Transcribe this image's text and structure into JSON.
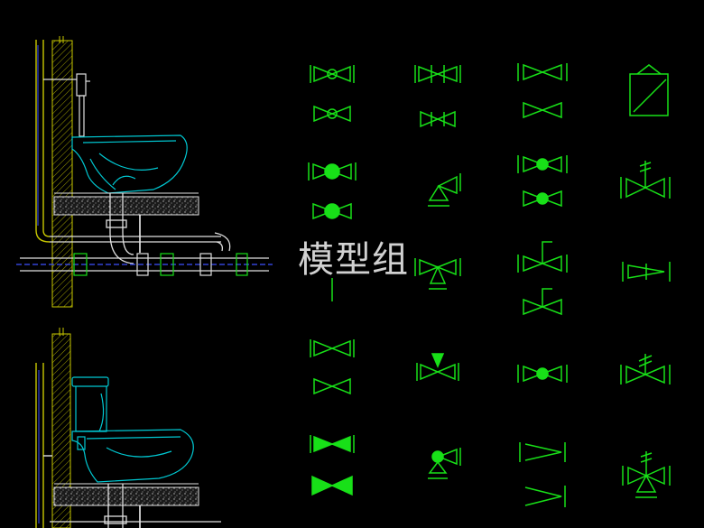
{
  "watermark": {
    "text": "模型组"
  },
  "colors": {
    "background": "#000000",
    "symbol": "#18e018",
    "wall": "#c8c800",
    "pipe": "#e0e0e0",
    "fixture": "#00c8d2",
    "accent_blue": "#3c50ff",
    "slab_fill": "#9a9a9a"
  },
  "drawing": {
    "views": [
      "toilet-section-upper",
      "toilet-section-lower"
    ],
    "valve_symbols": [
      [
        "butterfly-valve",
        "butterfly-valve-double",
        "gate-valve",
        "fire-damper-box"
      ],
      [
        "ball-valve",
        "angle-valve",
        "ball-gate-valve",
        "diaphragm-valve"
      ],
      [
        "plain-marker",
        "three-way-valve",
        "globe-valve-stem",
        "check-valve"
      ],
      [
        "gate-valve-pair",
        "solenoid-valve",
        "ball-check-valve",
        "safety-valve"
      ],
      [
        "filled-gate-valve",
        "float-valve",
        "reducer",
        "four-way-valve"
      ]
    ]
  }
}
